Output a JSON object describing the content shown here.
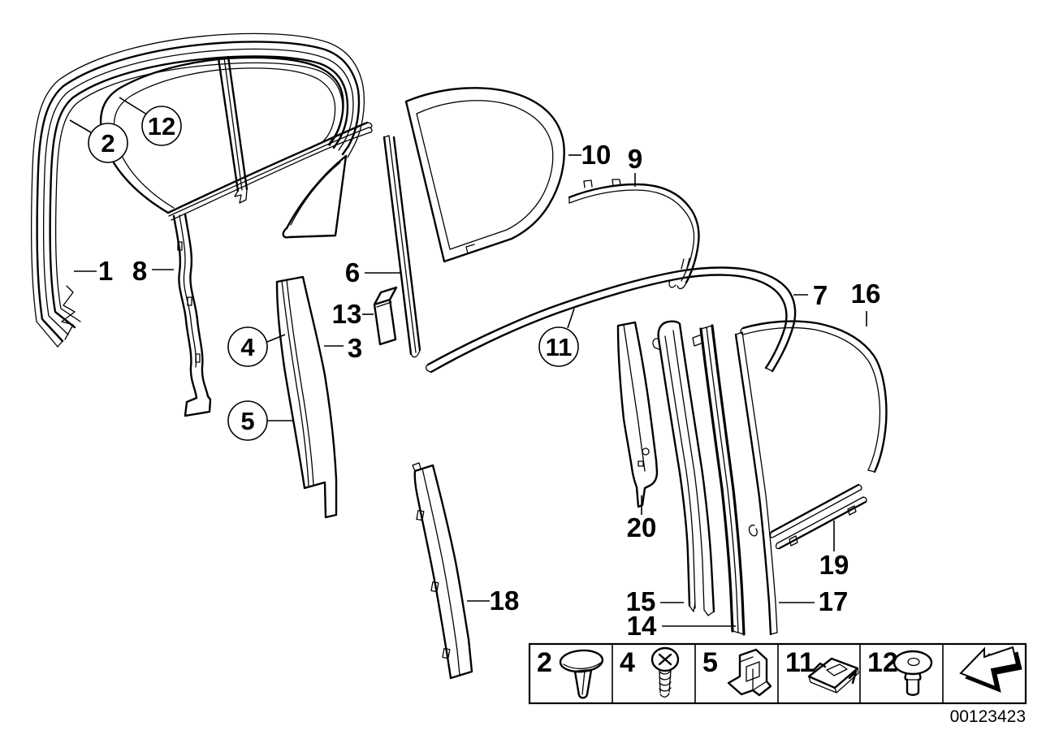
{
  "figure": {
    "background_color": "#ffffff",
    "line_color": "#000000",
    "description": "Exploded parts diagram of rear door window frame trims and seals"
  },
  "callouts": {
    "plain": [
      {
        "label": "1"
      },
      {
        "label": "8"
      },
      {
        "label": "6"
      },
      {
        "label": "13"
      },
      {
        "label": "3"
      },
      {
        "label": "10"
      },
      {
        "label": "9"
      },
      {
        "label": "7"
      },
      {
        "label": "16"
      },
      {
        "label": "18"
      },
      {
        "label": "20"
      },
      {
        "label": "15"
      },
      {
        "label": "14"
      },
      {
        "label": "17"
      },
      {
        "label": "19"
      }
    ],
    "circled": [
      {
        "label": "2"
      },
      {
        "label": "12"
      },
      {
        "label": "4"
      },
      {
        "label": "5"
      },
      {
        "label": "11"
      }
    ]
  },
  "legend": {
    "items": [
      {
        "label": "2",
        "icon": "push-rivet-icon"
      },
      {
        "label": "4",
        "icon": "phillips-screw-icon"
      },
      {
        "label": "5",
        "icon": "sheet-metal-clamp-icon"
      },
      {
        "label": "11",
        "icon": "mounting-bracket-icon"
      },
      {
        "label": "12",
        "icon": "expanding-rivet-icon"
      }
    ],
    "arrow_icon": "page-turn-arrow-icon"
  },
  "footer": {
    "drawing_number": "00123423"
  }
}
